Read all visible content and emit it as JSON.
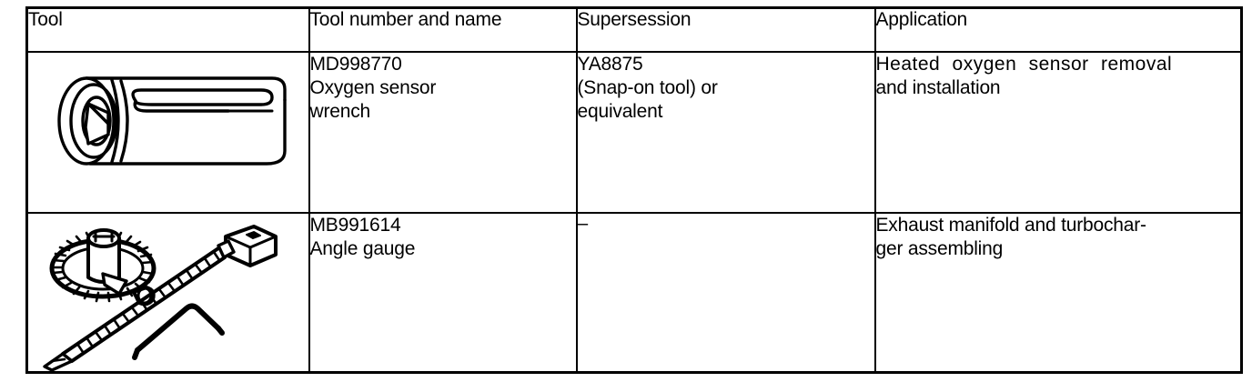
{
  "table": {
    "columns": [
      {
        "key": "tool",
        "label": "Tool"
      },
      {
        "key": "number_name",
        "label": "Tool number and name"
      },
      {
        "key": "supersession",
        "label": "Supersession"
      },
      {
        "key": "application",
        "label": "Application"
      }
    ],
    "rows": [
      {
        "illustration": "oxygen-sensor-wrench-illustration",
        "number_name_lines": [
          "MD998770",
          "Oxygen sensor",
          "wrench"
        ],
        "tool_number": "MD998770",
        "tool_name": "Oxygen sensor wrench",
        "supersession_lines": [
          "YA8875",
          "(Snap-on tool) or",
          "equivalent"
        ],
        "supersession": "YA8875 (Snap-on tool) or equivalent",
        "application_lines": [
          "Heated oxygen sensor removal",
          "and installation"
        ],
        "application": "Heated oxygen sensor removal and installation"
      },
      {
        "illustration": "angle-gauge-illustration",
        "number_name_lines": [
          "MB991614",
          "Angle gauge"
        ],
        "tool_number": "MB991614",
        "tool_name": "Angle gauge",
        "supersession_lines": [
          "–"
        ],
        "supersession": "–",
        "application_lines": [
          "Exhaust manifold and turbochar-",
          "ger assembling"
        ],
        "application": "Exhaust manifold and turbocharger assembling"
      }
    ]
  },
  "colors": {
    "ink": "#000000",
    "paper": "#ffffff"
  }
}
